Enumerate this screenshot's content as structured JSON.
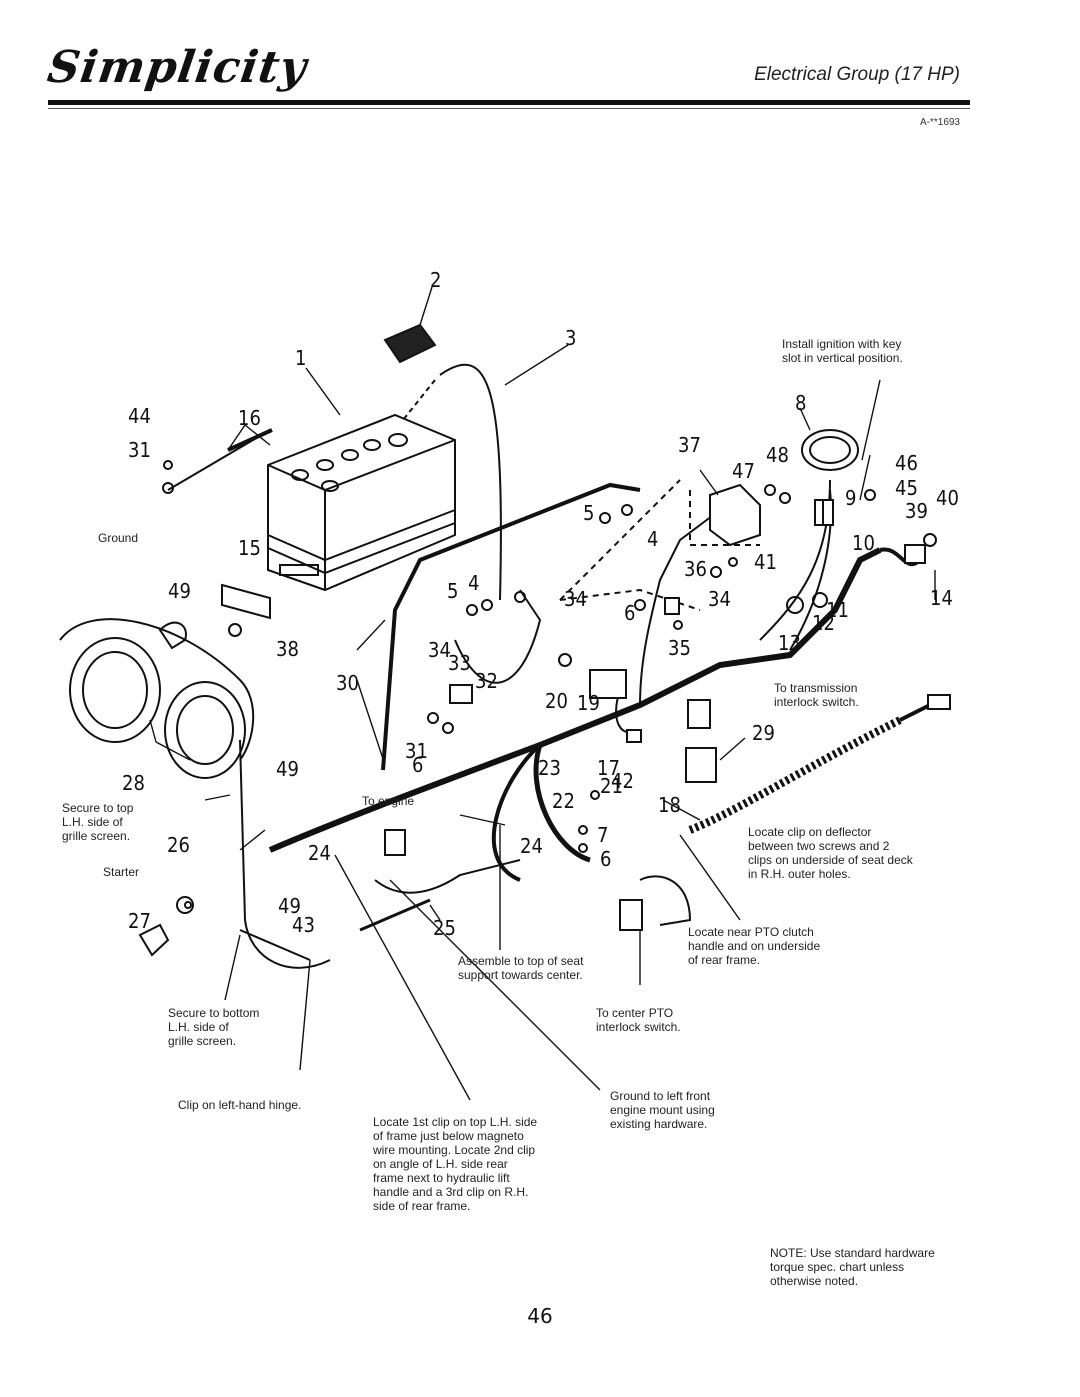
{
  "header": {
    "brand": "Simplicity",
    "title": "Electrical Group (17 HP)",
    "ref": "A-**1693"
  },
  "parts": [
    {
      "id": "p1",
      "label": "1"
    },
    {
      "id": "p2",
      "label": "2"
    },
    {
      "id": "p3",
      "label": "3"
    },
    {
      "id": "p4a",
      "label": "4"
    },
    {
      "id": "p4b",
      "label": "4"
    },
    {
      "id": "p5a",
      "label": "5"
    },
    {
      "id": "p5b",
      "label": "5"
    },
    {
      "id": "p6a",
      "label": "6"
    },
    {
      "id": "p6b",
      "label": "6"
    },
    {
      "id": "p6c",
      "label": "6"
    },
    {
      "id": "p7",
      "label": "7"
    },
    {
      "id": "p8",
      "label": "8"
    },
    {
      "id": "p9",
      "label": "9"
    },
    {
      "id": "p10",
      "label": "10"
    },
    {
      "id": "p11",
      "label": "11"
    },
    {
      "id": "p12",
      "label": "12"
    },
    {
      "id": "p13",
      "label": "13"
    },
    {
      "id": "p14",
      "label": "14"
    },
    {
      "id": "p15",
      "label": "15"
    },
    {
      "id": "p16",
      "label": "16"
    },
    {
      "id": "p17",
      "label": "17"
    },
    {
      "id": "p18",
      "label": "18"
    },
    {
      "id": "p19",
      "label": "19"
    },
    {
      "id": "p20",
      "label": "20"
    },
    {
      "id": "p21",
      "label": "21"
    },
    {
      "id": "p22",
      "label": "22"
    },
    {
      "id": "p23",
      "label": "23"
    },
    {
      "id": "p24a",
      "label": "24"
    },
    {
      "id": "p24b",
      "label": "24"
    },
    {
      "id": "p25",
      "label": "25"
    },
    {
      "id": "p26",
      "label": "26"
    },
    {
      "id": "p27",
      "label": "27"
    },
    {
      "id": "p28",
      "label": "28"
    },
    {
      "id": "p29",
      "label": "29"
    },
    {
      "id": "p30",
      "label": "30"
    },
    {
      "id": "p31a",
      "label": "31"
    },
    {
      "id": "p31b",
      "label": "31"
    },
    {
      "id": "p32",
      "label": "32"
    },
    {
      "id": "p33",
      "label": "33"
    },
    {
      "id": "p34a",
      "label": "34"
    },
    {
      "id": "p34b",
      "label": "34"
    },
    {
      "id": "p34c",
      "label": "34"
    },
    {
      "id": "p35",
      "label": "35"
    },
    {
      "id": "p36",
      "label": "36"
    },
    {
      "id": "p37",
      "label": "37"
    },
    {
      "id": "p38",
      "label": "38"
    },
    {
      "id": "p39",
      "label": "39"
    },
    {
      "id": "p40",
      "label": "40"
    },
    {
      "id": "p41",
      "label": "41"
    },
    {
      "id": "p42",
      "label": "42"
    },
    {
      "id": "p43",
      "label": "43"
    },
    {
      "id": "p44",
      "label": "44"
    },
    {
      "id": "p45",
      "label": "45"
    },
    {
      "id": "p46",
      "label": "46"
    },
    {
      "id": "p47",
      "label": "47"
    },
    {
      "id": "p48",
      "label": "48"
    },
    {
      "id": "p49a",
      "label": "49"
    },
    {
      "id": "p49b",
      "label": "49"
    },
    {
      "id": "p49c",
      "label": "49"
    }
  ],
  "notes": {
    "ignition": [
      "Install ignition with key",
      "slot in vertical position."
    ],
    "ground": [
      "Ground"
    ],
    "transmission": [
      "To transmission",
      "interlock switch."
    ],
    "engine": [
      "To engine"
    ],
    "secure_top": [
      "Secure to top",
      "L.H. side of",
      "grille screen."
    ],
    "starter": [
      "Starter"
    ],
    "deflector": [
      "Locate clip on deflector",
      "between two screws and 2",
      "clips on underside of seat deck",
      "in R.H. outer holes."
    ],
    "pto_clutch": [
      "Locate near PTO clutch",
      "handle and on underside",
      "of rear frame."
    ],
    "seat_support": [
      "Assemble to top of seat",
      "support towards center."
    ],
    "center_pto": [
      "To center PTO",
      "interlock switch."
    ],
    "secure_bottom": [
      "Secure to bottom",
      "L.H. side of",
      "grille screen."
    ],
    "hinge": [
      "Clip on left-hand hinge."
    ],
    "ground_engine": [
      "Ground to left front",
      "engine mount using",
      "existing hardware."
    ],
    "clip_frame": [
      "Locate 1st clip on top L.H. side",
      "of frame just below magneto",
      "wire mounting. Locate 2nd clip",
      "on angle of L.H. side rear",
      "frame next to hydraulic lift",
      "handle and a 3rd clip on R.H.",
      "side of rear frame."
    ],
    "footnote": [
      "NOTE: Use standard hardware",
      "torque spec. chart unless",
      "otherwise noted."
    ]
  },
  "page_number": "46"
}
